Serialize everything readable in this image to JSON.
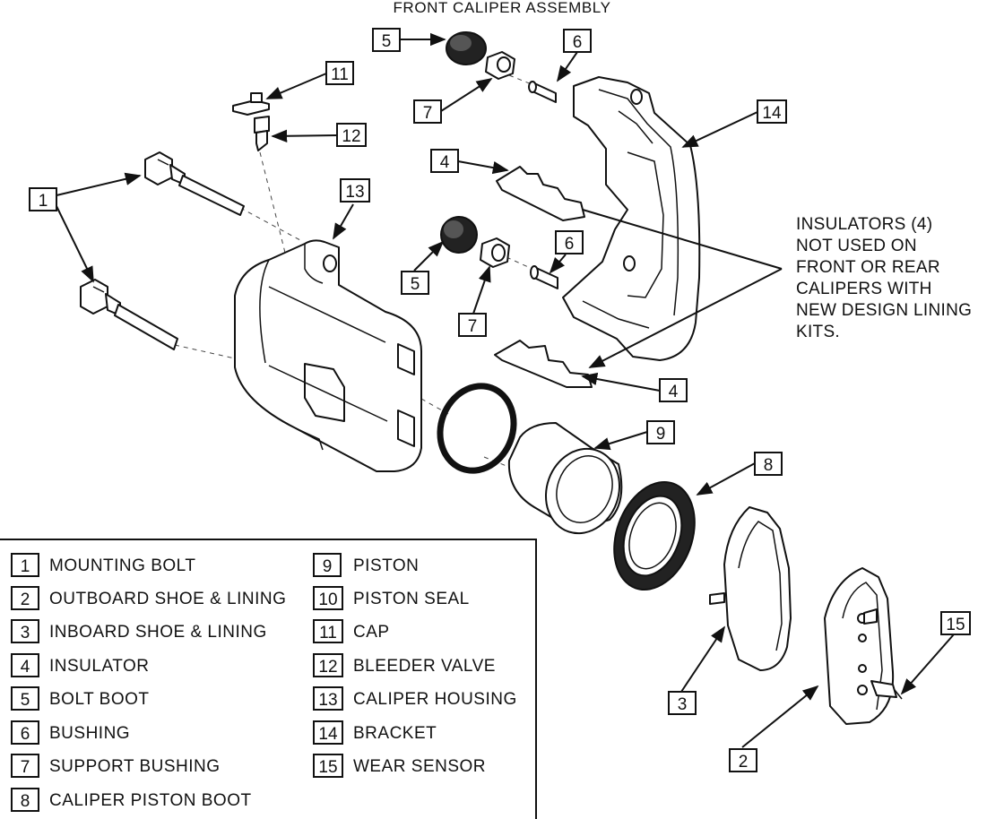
{
  "title": "FRONT CALIPER ASSEMBLY",
  "note": [
    "INSULATORS (4)",
    "NOT USED ON",
    "FRONT OR REAR",
    "CALIPERS WITH",
    "NEW DESIGN LINING",
    "KITS."
  ],
  "callouts": [
    "1",
    "1",
    "2",
    "3",
    "4",
    "4",
    "5",
    "5",
    "6",
    "6",
    "7",
    "7",
    "8",
    "9",
    "11",
    "12",
    "13",
    "14",
    "15"
  ],
  "legend": [
    {
      "num": "1",
      "label": "MOUNTING BOLT"
    },
    {
      "num": "2",
      "label": "OUTBOARD SHOE & LINING"
    },
    {
      "num": "3",
      "label": "INBOARD SHOE & LINING"
    },
    {
      "num": "4",
      "label": "INSULATOR"
    },
    {
      "num": "5",
      "label": "BOLT BOOT"
    },
    {
      "num": "6",
      "label": "BUSHING"
    },
    {
      "num": "7",
      "label": "SUPPORT BUSHING"
    },
    {
      "num": "8",
      "label": "CALIPER PISTON BOOT"
    },
    {
      "num": "9",
      "label": "PISTON"
    },
    {
      "num": "10",
      "label": "PISTON SEAL"
    },
    {
      "num": "11",
      "label": "CAP"
    },
    {
      "num": "12",
      "label": "BLEEDER VALVE"
    },
    {
      "num": "13",
      "label": "CALIPER HOUSING"
    },
    {
      "num": "14",
      "label": "BRACKET"
    },
    {
      "num": "15",
      "label": "WEAR SENSOR"
    }
  ]
}
